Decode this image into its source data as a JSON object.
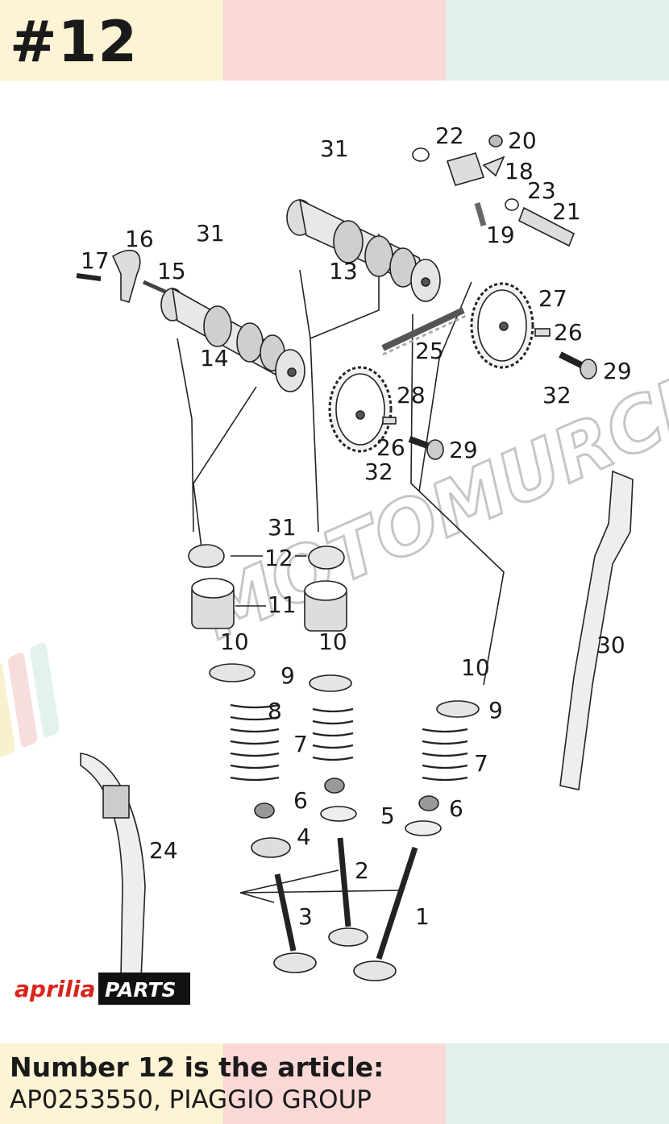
{
  "badge": "#12",
  "header_colors": [
    "#fdf3d5",
    "#f9d8d6",
    "#e0f1ea"
  ],
  "watermark": "MOTOMURCIA",
  "logo": {
    "brand": "aprilia",
    "suffix": "PARTS",
    "brand_color": "#d9251c"
  },
  "callouts": [
    "1",
    "2",
    "3",
    "4",
    "5",
    "6",
    "6",
    "7",
    "7",
    "8",
    "9",
    "9",
    "10",
    "10",
    "10",
    "11",
    "12",
    "13",
    "14",
    "15",
    "16",
    "17",
    "18",
    "19",
    "20",
    "21",
    "22",
    "23",
    "24",
    "25",
    "26",
    "26",
    "27",
    "28",
    "29",
    "29",
    "30",
    "31",
    "31",
    "31",
    "32",
    "32"
  ],
  "caption": {
    "line1": "Number 12 is the article:",
    "line2": "AP0253550, PIAGGIO GROUP"
  }
}
